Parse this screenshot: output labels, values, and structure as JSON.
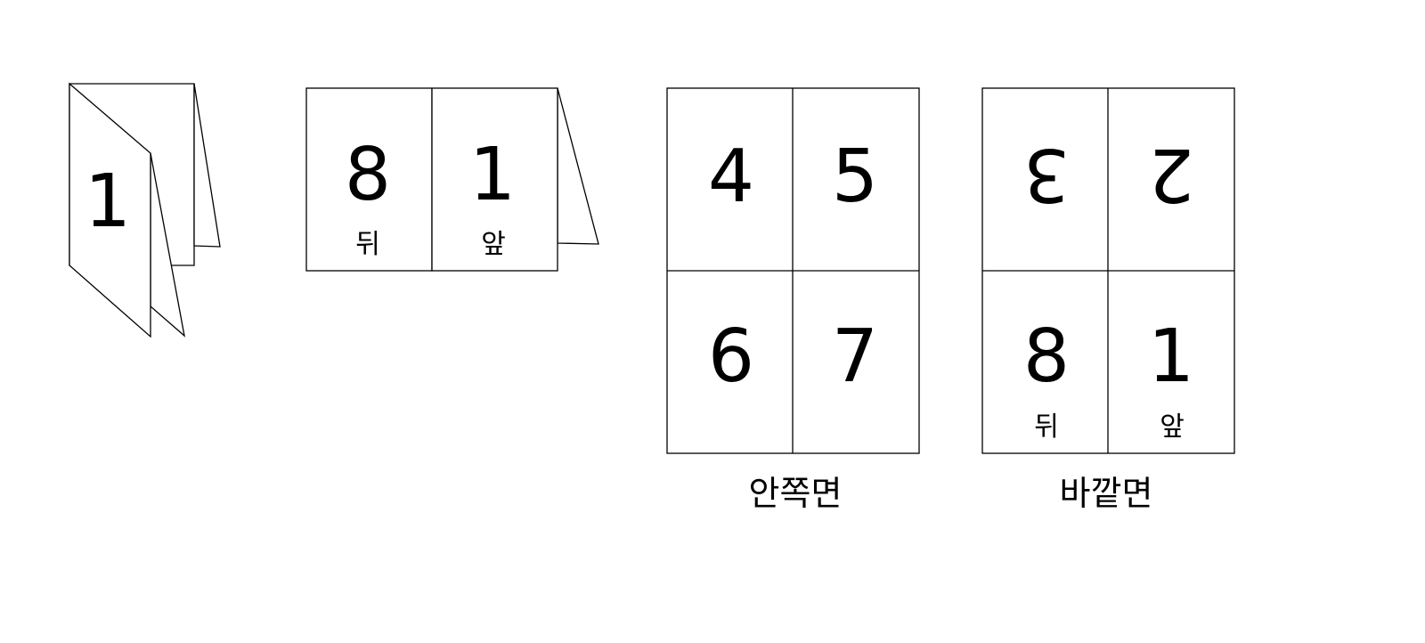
{
  "folded_booklet": {
    "front_page": "1"
  },
  "open_cover": {
    "left_page": "8",
    "right_page": "1",
    "left_label": "뒤",
    "right_label": "앞"
  },
  "inside_sheet": {
    "caption": "안쪽면",
    "top_left": "4",
    "top_right": "5",
    "bottom_left": "6",
    "bottom_right": "7"
  },
  "outside_sheet": {
    "caption": "바깥면",
    "top_left": "3",
    "top_right": "2",
    "bottom_left": "8",
    "bottom_right": "1",
    "bottom_left_label": "뒤",
    "bottom_right_label": "앞"
  }
}
